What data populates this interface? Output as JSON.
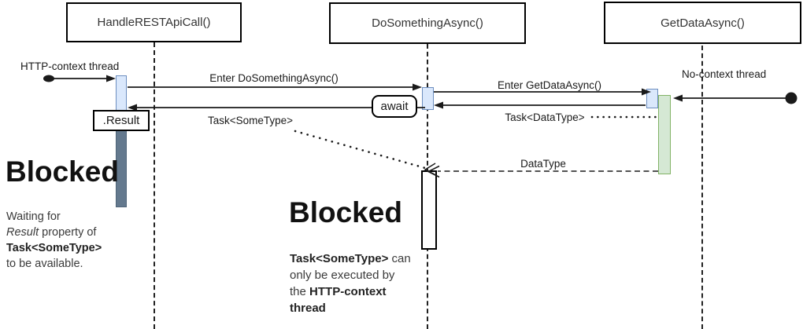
{
  "actors": [
    {
      "label": "HandleRESTApiCall()"
    },
    {
      "label": "DoSomethingAsync()"
    },
    {
      "label": "GetDataAsync()"
    }
  ],
  "threads": {
    "http_context": "HTTP-context thread",
    "no_context": "No-context thread"
  },
  "messages": {
    "enter_do_something": "Enter DoSomethingAsync()",
    "task_some_type": "Task<SomeType>",
    "enter_get_data": "Enter GetDataAsync()",
    "task_data_type": "Task<DataType>",
    "data_type": "DataType",
    "result_property": ".Result",
    "await_keyword": "await"
  },
  "notes": {
    "left": {
      "title": "Blocked",
      "line1": "Waiting for",
      "line2_italic": "Result",
      "line2_rest": " property of",
      "line3_bold": "Task<SomeType>",
      "line4": "to be available."
    },
    "middle": {
      "title": "Blocked",
      "line1_bold": "Task<SomeType>",
      "line1_rest": " can",
      "line2": "only be executed by",
      "line3_pre": "the ",
      "line3_bold": "HTTP-context",
      "line4_bold": "thread"
    }
  },
  "colors": {
    "activation-blue-fill": "#dae8fc",
    "activation-blue-border": "#6c8ebf",
    "activation-green-fill": "#d5e8d4",
    "activation-green-border": "#82b366",
    "blocked-slate-fill": "#64798e",
    "blocked-slate-border": "#506579",
    "line-color": "#1a1a1a"
  }
}
